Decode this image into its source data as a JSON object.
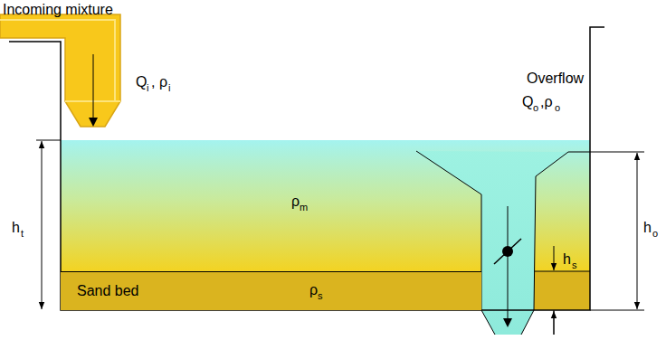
{
  "diagram": {
    "nodes": [
      {
        "text": [
          "Sand bed"
        ]
      }
    ],
    "labels": [
      "Incoming mixture",
      "Q",
      "i",
      ", ρ",
      "i",
      "Overflow",
      "Q",
      "o",
      ",ρ",
      "o",
      "ρ",
      "m",
      "ρ",
      "s",
      "h",
      "t",
      "h",
      "o",
      "h",
      "s"
    ]
  }
}
